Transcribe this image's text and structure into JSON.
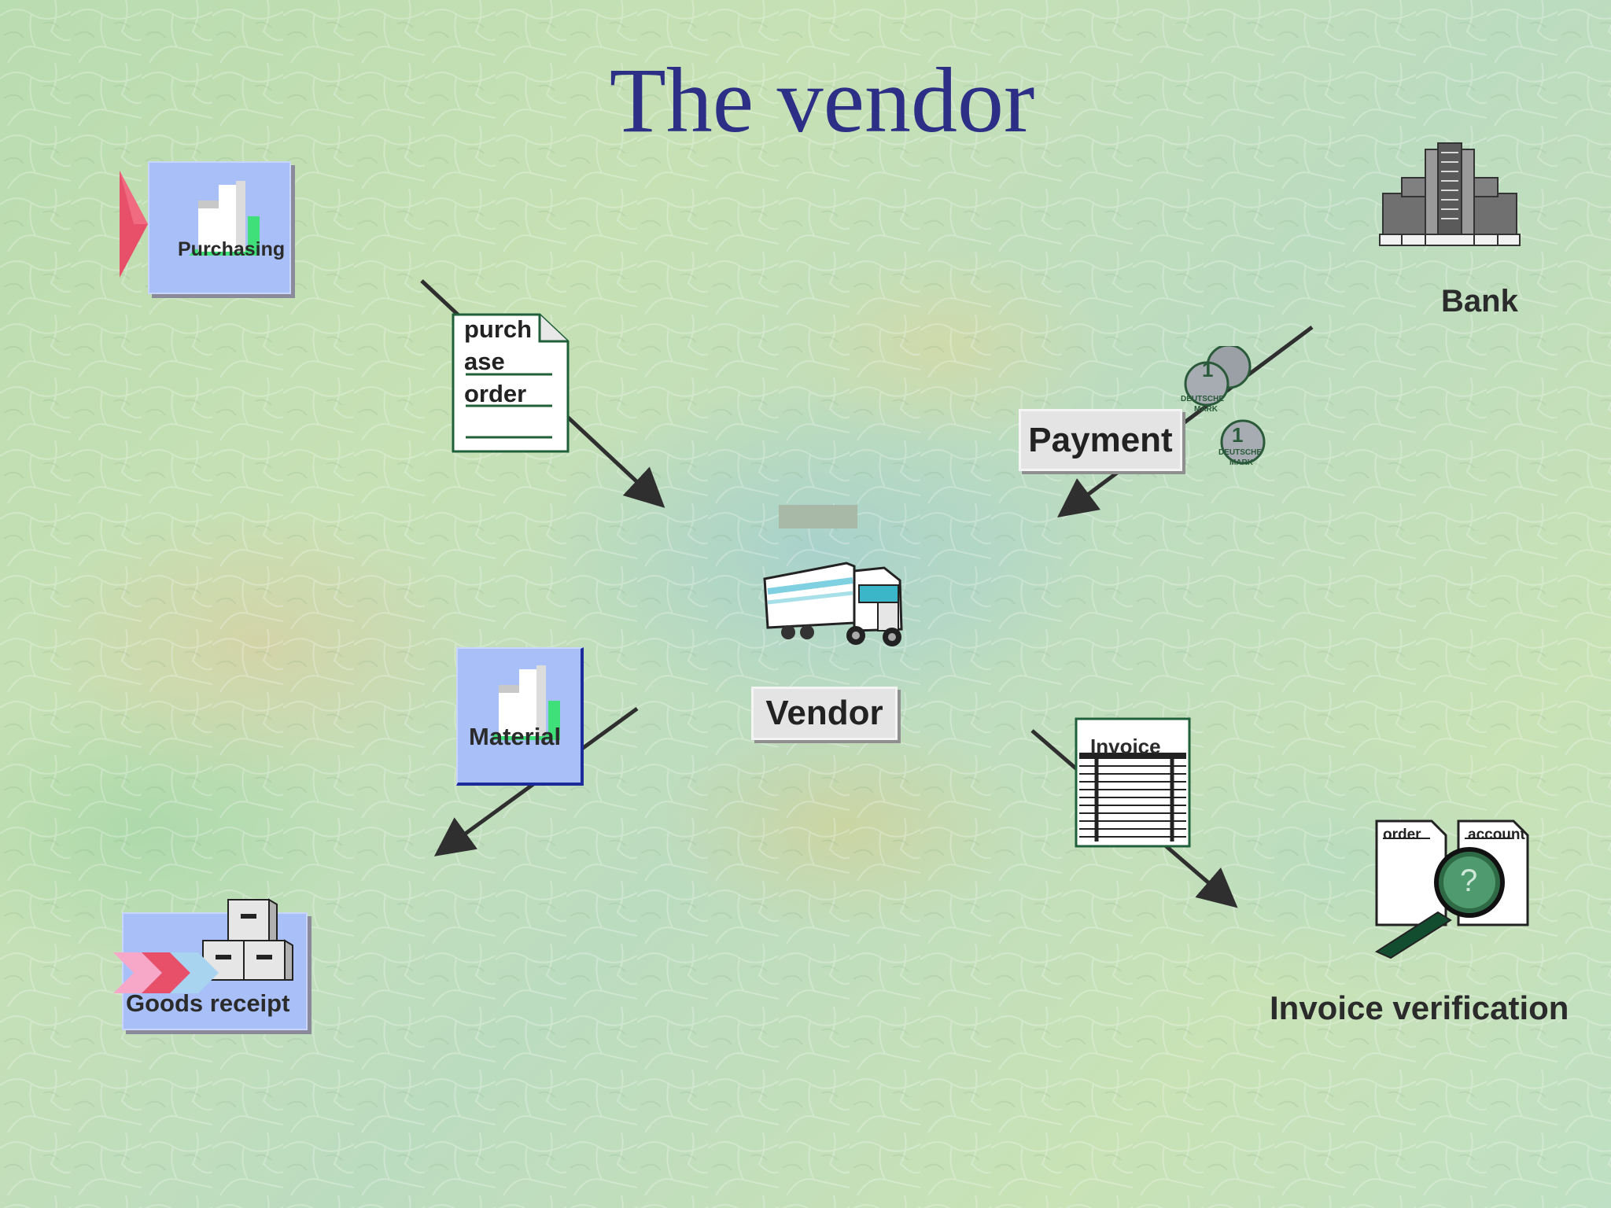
{
  "slide": {
    "title": "The vendor"
  },
  "nodes": {
    "purchasing": "Purchasing",
    "purchase_order_line1": "purch",
    "purchase_order_line2": "ase",
    "purchase_order_line3": "order",
    "bank": "Bank",
    "payment": "Payment",
    "coin_text_1": "DEUTSCHE",
    "coin_text_2": "MARK",
    "coin_value": "1",
    "vendor": "Vendor",
    "material": "Material",
    "invoice": "Invoice",
    "goods_receipt": "Goods receipt",
    "invoice_verification": "Invoice verification",
    "doc_order": "order",
    "doc_account": "account",
    "question_mark": "?"
  },
  "colors": {
    "title": "#2d2f86",
    "arrow": "#2f2f2f",
    "tile": "#a8bff8",
    "accent_green": "#3fe07a",
    "accent_pink": "#e8506a"
  }
}
